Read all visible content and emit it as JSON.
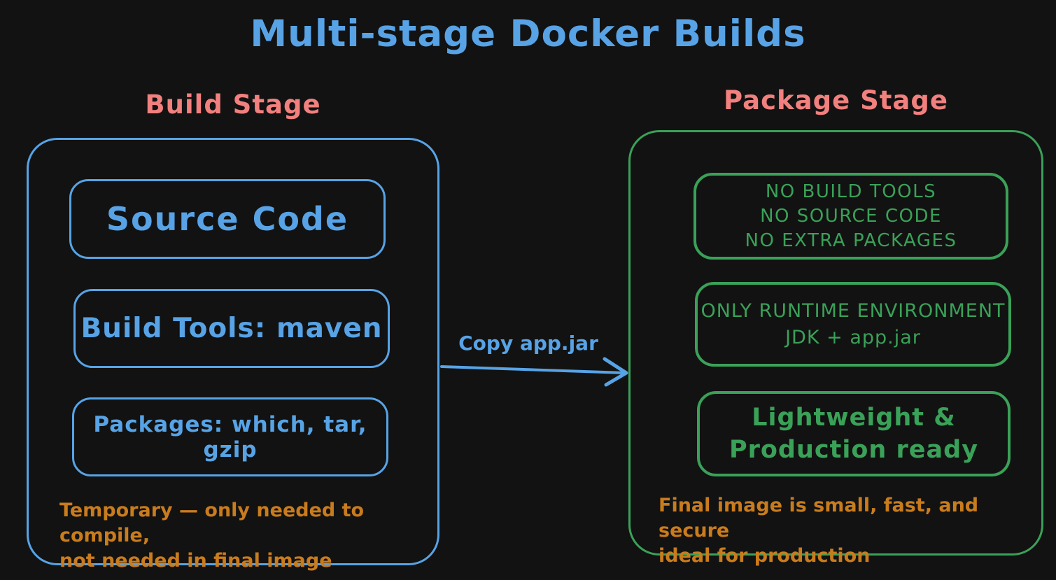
{
  "title": "Multi-stage Docker Builds",
  "colors": {
    "background": "#121212",
    "blue": "#57a3e6",
    "salmon": "#f1807e",
    "green": "#3aa158",
    "orange": "#c97c1d"
  },
  "build_stage": {
    "heading": "Build Stage",
    "boxes": [
      {
        "label": "Source Code"
      },
      {
        "label": "Build Tools: maven"
      },
      {
        "label": "Packages: which, tar, gzip"
      }
    ],
    "note": {
      "line1": "Temporary — only needed to compile,",
      "line2": "not needed in final image"
    }
  },
  "arrow": {
    "label": "Copy app.jar",
    "icon": "right-arrow"
  },
  "package_stage": {
    "heading": "Package Stage",
    "boxes": [
      {
        "lines": [
          "NO BUILD TOOLS",
          "NO SOURCE CODE",
          "NO EXTRA PACKAGES"
        ]
      },
      {
        "lines": [
          "ONLY RUNTIME ENVIRONMENT",
          "JDK + app.jar"
        ]
      },
      {
        "lines": [
          "Lightweight &",
          "Production ready"
        ]
      }
    ],
    "note": {
      "line1": "Final image is small, fast, and secure",
      "line2": "ideal for production"
    }
  }
}
